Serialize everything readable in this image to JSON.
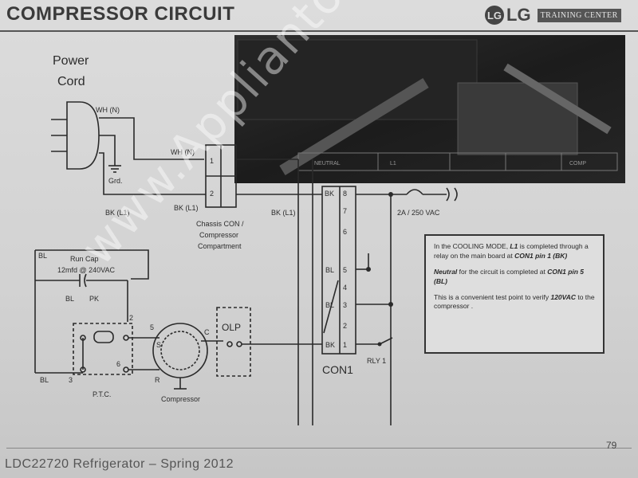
{
  "header": {
    "title": "COMPRESSOR CIRCUIT",
    "logo_mark": "LG",
    "logo_text": "LG",
    "logo_badge": "TRAINING CENTER"
  },
  "diagram": {
    "power_cord_line1": "Power",
    "power_cord_line2": "Cord",
    "wh_n_1": "WH (N)",
    "wh_n_2": "WH (N)",
    "grd": "Grd.",
    "bk_l1_1": "BK (L1)",
    "bk_l1_2": "BK (L1)",
    "bk_l1_3": "BK (L1)",
    "chassis_con_1": "Chassis CON /",
    "chassis_con_2": "Compressor",
    "chassis_con_3": "Compartment",
    "chassis_pin_1": "1",
    "chassis_pin_2": "2",
    "run_cap_1": "Run Cap",
    "run_cap_2": "12mfd @ 240VAC",
    "bl_1": "BL",
    "bl_2": "BL",
    "pk": "PK",
    "bl_3": "BL",
    "ptc": "P.T.C.",
    "ptc_pin_2": "2",
    "ptc_pin_3": "3",
    "ptc_pin_5": "5",
    "ptc_pin_6": "6",
    "comp_pin_s": "S",
    "comp_pin_c": "C",
    "comp_pin_r": "R",
    "compressor": "Compressor",
    "olp": "OLP",
    "con1": "CON1",
    "rly1": "RLY 1",
    "fuse": "2A / 250 VAC",
    "con1_pins": [
      {
        "wire": "BK",
        "num": "8"
      },
      {
        "wire": "",
        "num": "7"
      },
      {
        "wire": "",
        "num": "6"
      },
      {
        "wire": "BL",
        "num": "5"
      },
      {
        "wire": "",
        "num": "4"
      },
      {
        "wire": "BL",
        "num": "3"
      },
      {
        "wire": "",
        "num": "2"
      },
      {
        "wire": "BK",
        "num": "1"
      }
    ],
    "photo_labels": [
      "NEUTRAL",
      "L1",
      "COMP"
    ]
  },
  "note": {
    "p1_pre": "In the COOLING MODE, ",
    "p1_em": "L1",
    "p1_mid": " is completed through a relay on the main board at ",
    "p1_em2": "CON1 pin 1 (BK)",
    "p2_em": "Neutral",
    "p2_mid": " for the circuit is completed at ",
    "p2_em2": "CON1 pin 5 (BL)",
    "p3_pre": "This is a convenient  test point  to verify ",
    "p3_em": "120VAC",
    "p3_post": " to the compressor ."
  },
  "footer": {
    "text": "LDC22720 Refrigerator  –  Spring 2012",
    "page": "79"
  },
  "watermark": "www.Appliantology.org"
}
